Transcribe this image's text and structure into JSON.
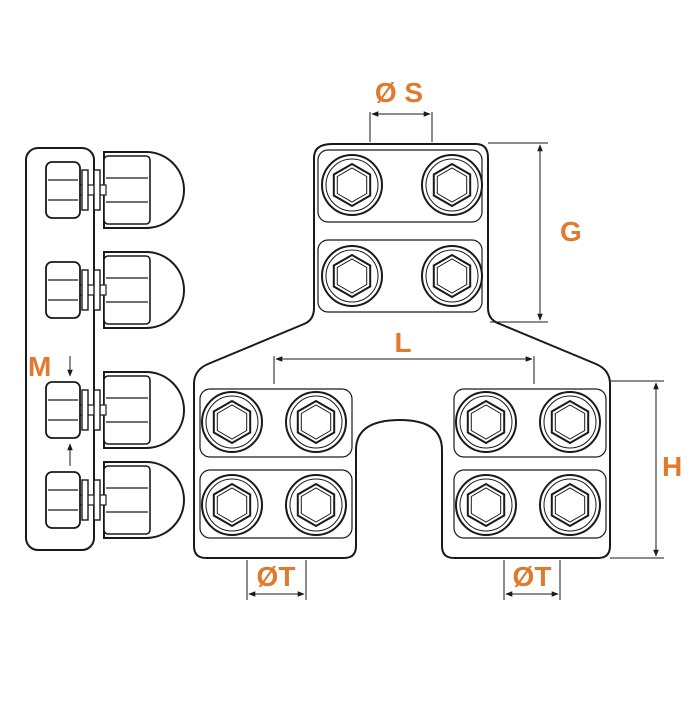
{
  "colors": {
    "label": "#e07a2e",
    "line": "#1a1a1a",
    "background": "#ffffff"
  },
  "labels": {
    "bolt_spacing_s": "Ø S",
    "height_g": "G",
    "length_l": "L",
    "height_h": "H",
    "thickness_m": "M",
    "hole_t_left": "ØT",
    "hole_t_right": "ØT"
  }
}
